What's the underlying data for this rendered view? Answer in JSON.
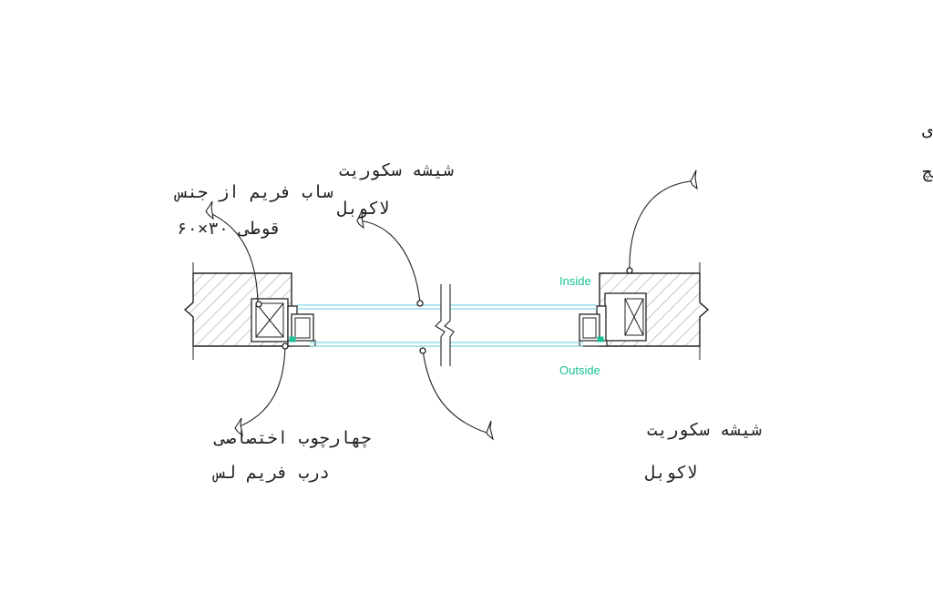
{
  "labels": {
    "sub_frame_line1": "ساب فریم از جنس",
    "sub_frame_line2": "قوطی ۳۰×۶۰",
    "glass_top_line1": "شیشه سکوریت",
    "glass_top_line2": "لاکوبل",
    "wall_line1": "دیوار با نازک کاری نهای",
    "wall_line2": "از جنس سرامیک یا گچ",
    "frame_line1": "چهارچوب اختصاصی",
    "frame_line2": "درب فریم لس",
    "glass_bottom_line1": "شیشه سکوریت",
    "glass_bottom_line2": "لاکوبل",
    "inside": "Inside",
    "outside": "Outside"
  },
  "colors": {
    "line": "#222222",
    "hatch": "#9a9a9a",
    "glass": "#7fd4e6",
    "accent": "#19c296"
  }
}
